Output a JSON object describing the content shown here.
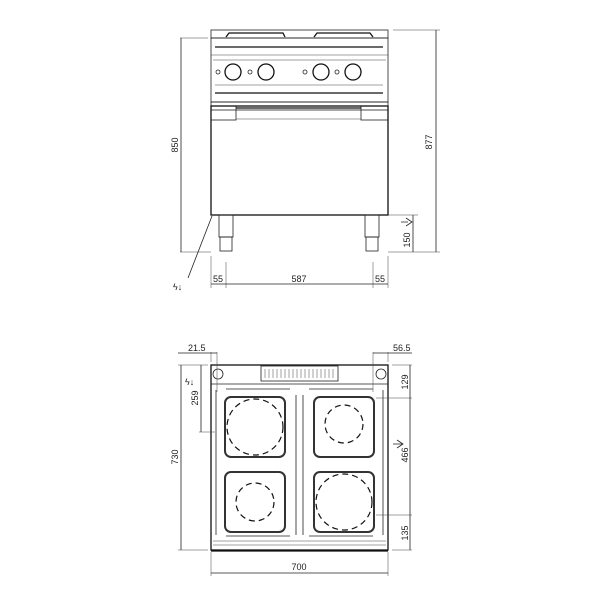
{
  "front_view": {
    "dimensions": {
      "total_height_left": "850",
      "total_height_right": "877",
      "leg_height": "150",
      "left_offset": "55",
      "leg_span": "587",
      "right_offset": "55"
    },
    "knobs": 4,
    "electrical_symbol": "ϟ↓"
  },
  "top_view": {
    "dimensions": {
      "left_offset": "21.5",
      "right_offset": "56.5",
      "depth": "730",
      "width": "700",
      "elec_entry": "259",
      "water_top": "129",
      "water_mid": "466",
      "water_bottom": "135"
    },
    "hotplates": [
      {
        "position": "rear-left",
        "size": "large"
      },
      {
        "position": "rear-right",
        "size": "small"
      },
      {
        "position": "front-left",
        "size": "small"
      },
      {
        "position": "front-right",
        "size": "large"
      }
    ],
    "electrical_symbol": "ϟ↓"
  },
  "colors": {
    "line": "#222222",
    "background": "#ffffff"
  }
}
